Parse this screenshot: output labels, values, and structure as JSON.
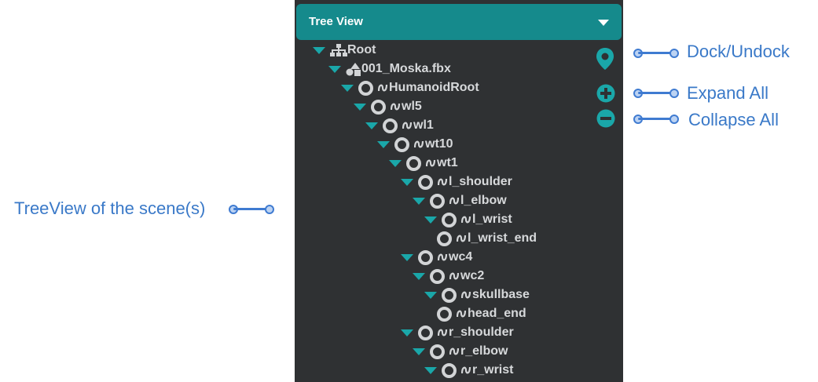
{
  "panel": {
    "title": "Tree View",
    "header_color": "#158a8c",
    "background_color": "#2f3133"
  },
  "side_buttons": [
    {
      "icon": "location-pin-icon"
    },
    {
      "icon": "plus-circle-icon"
    },
    {
      "icon": "minus-circle-icon"
    }
  ],
  "tree": {
    "rows": [
      {
        "label": "Root",
        "icon": "hierarchy-icon"
      },
      {
        "label": "001_Moska.fbx",
        "icon": "shapes-icon"
      },
      {
        "label": "HumanoidRoot",
        "icon": "bone-icon"
      },
      {
        "label": "wl5",
        "icon": "bone-icon"
      },
      {
        "label": "wl1",
        "icon": "bone-icon"
      },
      {
        "label": "wt10",
        "icon": "bone-icon"
      },
      {
        "label": "wt1",
        "icon": "bone-icon"
      },
      {
        "label": "l_shoulder",
        "icon": "bone-icon"
      },
      {
        "label": "l_elbow",
        "icon": "bone-icon"
      },
      {
        "label": "l_wrist",
        "icon": "bone-icon"
      },
      {
        "label": "l_wrist_end",
        "icon": "bone-icon"
      },
      {
        "label": "wc4",
        "icon": "bone-icon"
      },
      {
        "label": "wc2",
        "icon": "bone-icon"
      },
      {
        "label": "skullbase",
        "icon": "bone-icon"
      },
      {
        "label": "head_end",
        "icon": "bone-icon"
      },
      {
        "label": "r_shoulder",
        "icon": "bone-icon"
      },
      {
        "label": "r_elbow",
        "icon": "bone-icon"
      },
      {
        "label": "r_wrist",
        "icon": "bone-icon"
      }
    ]
  },
  "callouts": {
    "dock": "Dock/Undock",
    "expand": "Expand All",
    "collapse": "Collapse All",
    "treeview": "TreeView of the scene(s)"
  },
  "colors": {
    "accent": "#1aa7a9",
    "callout": "#3a79c8"
  }
}
